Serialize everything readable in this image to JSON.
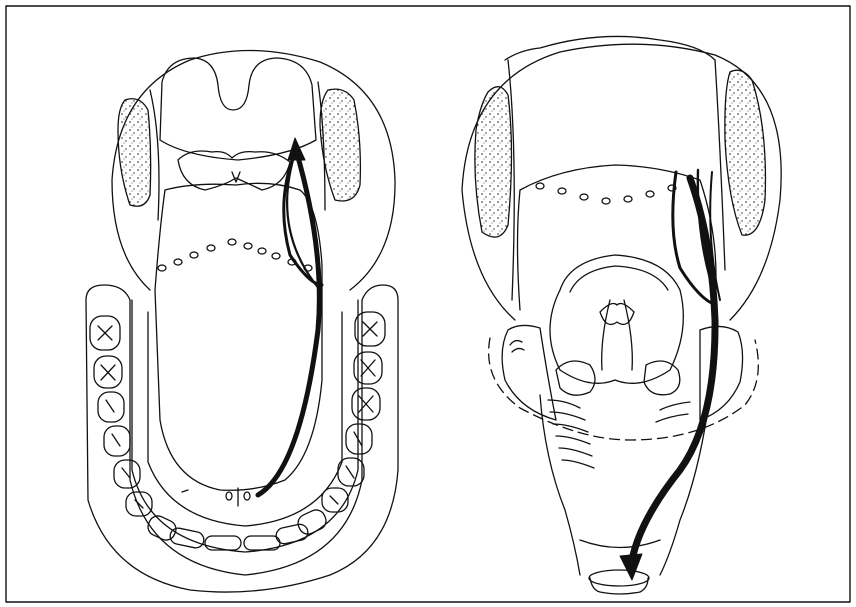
{
  "figure": {
    "panels": [
      {
        "id": "oral-view",
        "structures": [
          "tongue",
          "mandibular-teeth",
          "palatine-tonsils",
          "uvula",
          "lingual-papillae",
          "lymphatic-route-arrow"
        ]
      },
      {
        "id": "laryngeal-view",
        "structures": [
          "epiglottis",
          "tonsils",
          "vocal-folds",
          "arytenoids",
          "larynx",
          "trachea",
          "lymphatic-route-arrow"
        ]
      }
    ],
    "colors": {
      "ink": "#111111",
      "background": "#ffffff"
    }
  }
}
